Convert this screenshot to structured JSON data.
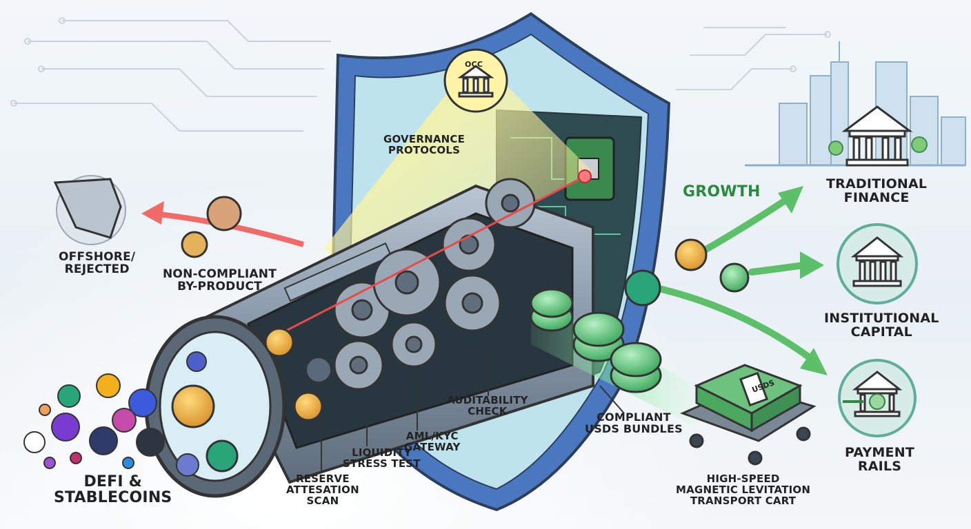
{
  "labels": {
    "offshore": [
      "OFFSHORE/",
      "REJECTED"
    ],
    "non_compliant": [
      "NON-COMPLIANT",
      "BY-PRODUCT"
    ],
    "defi": [
      "DEFI &",
      "STABLECOINS"
    ],
    "governance": [
      "GOVERNANCE",
      "PROTOCOLS"
    ],
    "occ": "OCC",
    "growth": "GROWTH",
    "traditional": [
      "TRADITIONAL",
      "FINANCE"
    ],
    "institutional": [
      "INSTITUTIONAL",
      "CAPITAL"
    ],
    "payment": [
      "PAYMENT",
      "RAILS"
    ],
    "auditability": [
      "AUDITABILITY",
      "CHECK"
    ],
    "aml": [
      "AML/KYC",
      "GATEWAY"
    ],
    "liquidity": [
      "LIQUIDITY",
      "STRESS TEST"
    ],
    "reserve": [
      "RESERVE",
      "ATTESATION",
      "SCAN"
    ],
    "compliant": [
      "COMPLIANT",
      "USDS BUNDLES"
    ],
    "transport": [
      "HIGH-SPEED",
      "MAGNETIC LEVITATION",
      "TRANSPORT CART"
    ],
    "usds_band": "USDS"
  },
  "colors": {
    "shield_blue": "#4a78c0",
    "shield_inner": "#bfe3ec",
    "growth_green": "#2a8a3e",
    "arrow_green": "#5cc06a",
    "reject_red": "#f06a68",
    "beam_yellow": "#f6eb7a",
    "laser_red": "#e84a4a",
    "bitcoin": "#f2a93b",
    "ethereum": "#d4a53a",
    "tether": "#2aa57a",
    "dollar_green": "#43b663"
  },
  "icons": [
    "bitcoin-icon",
    "ethereum-icon",
    "tether-icon",
    "dollar-coin-icon",
    "bank-icon",
    "gear-icon",
    "city-skyline-icon",
    "cash-bundle-icon"
  ]
}
